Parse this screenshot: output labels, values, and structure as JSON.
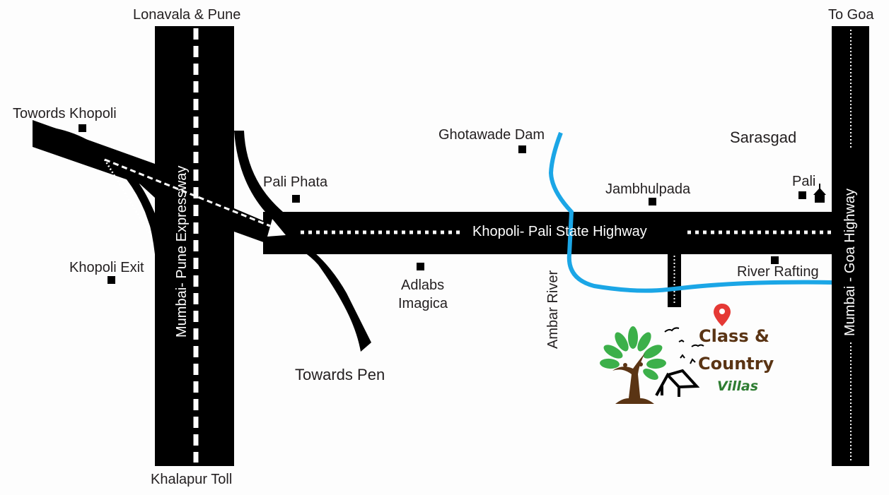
{
  "map": {
    "title": "Location map: Class & Country Villas near Pali",
    "colors": {
      "road": "#000000",
      "road_marking": "#ffffff",
      "river": "#1ba6e6",
      "background": "#fdfdfd",
      "label": "#231f20",
      "pin": "#e53935",
      "brand_brown": "#5a3414",
      "brand_green": "#2e7d32",
      "tree_green": "#3cb04a"
    },
    "roads": {
      "expressway": "Mumbai- Pune Expressway",
      "state_highway": "Khopoli- Pali State Highway",
      "goa_highway": "Mumbai - Goa Highway"
    },
    "directions": {
      "north_expressway": "Lonavala & Pune",
      "south_expressway": "Khalapur Toll",
      "to_goa": "To Goa",
      "towards_khopoli": "Towords Khopoli",
      "towards_pen": "Towards Pen"
    },
    "places": [
      {
        "id": "khopoli-exit",
        "name": "Khopoli Exit",
        "icon": "square-marker"
      },
      {
        "id": "pali-phata",
        "name": "Pali Phata",
        "icon": "square-marker"
      },
      {
        "id": "adlabs-imagica",
        "name": "Adlabs Imagica",
        "line1": "Adlabs",
        "line2": "Imagica",
        "icon": "square-marker"
      },
      {
        "id": "ghotawade-dam",
        "name": "Ghotawade Dam",
        "icon": "square-marker"
      },
      {
        "id": "jambhulpada",
        "name": "Jambhulpada",
        "icon": "square-marker"
      },
      {
        "id": "sarasgad",
        "name": "Sarasgad",
        "icon": "none"
      },
      {
        "id": "pali",
        "name": "Pali",
        "icon": "temple-icon"
      },
      {
        "id": "river-rafting",
        "name": "River Rafting",
        "icon": "square-marker"
      }
    ],
    "river": {
      "name": "Ambar River"
    },
    "destination": {
      "line1": "Class &",
      "line2": "Country",
      "line3": "Villas",
      "icon": "location-pin-icon",
      "logo": "tree-house-birds-logo"
    }
  }
}
